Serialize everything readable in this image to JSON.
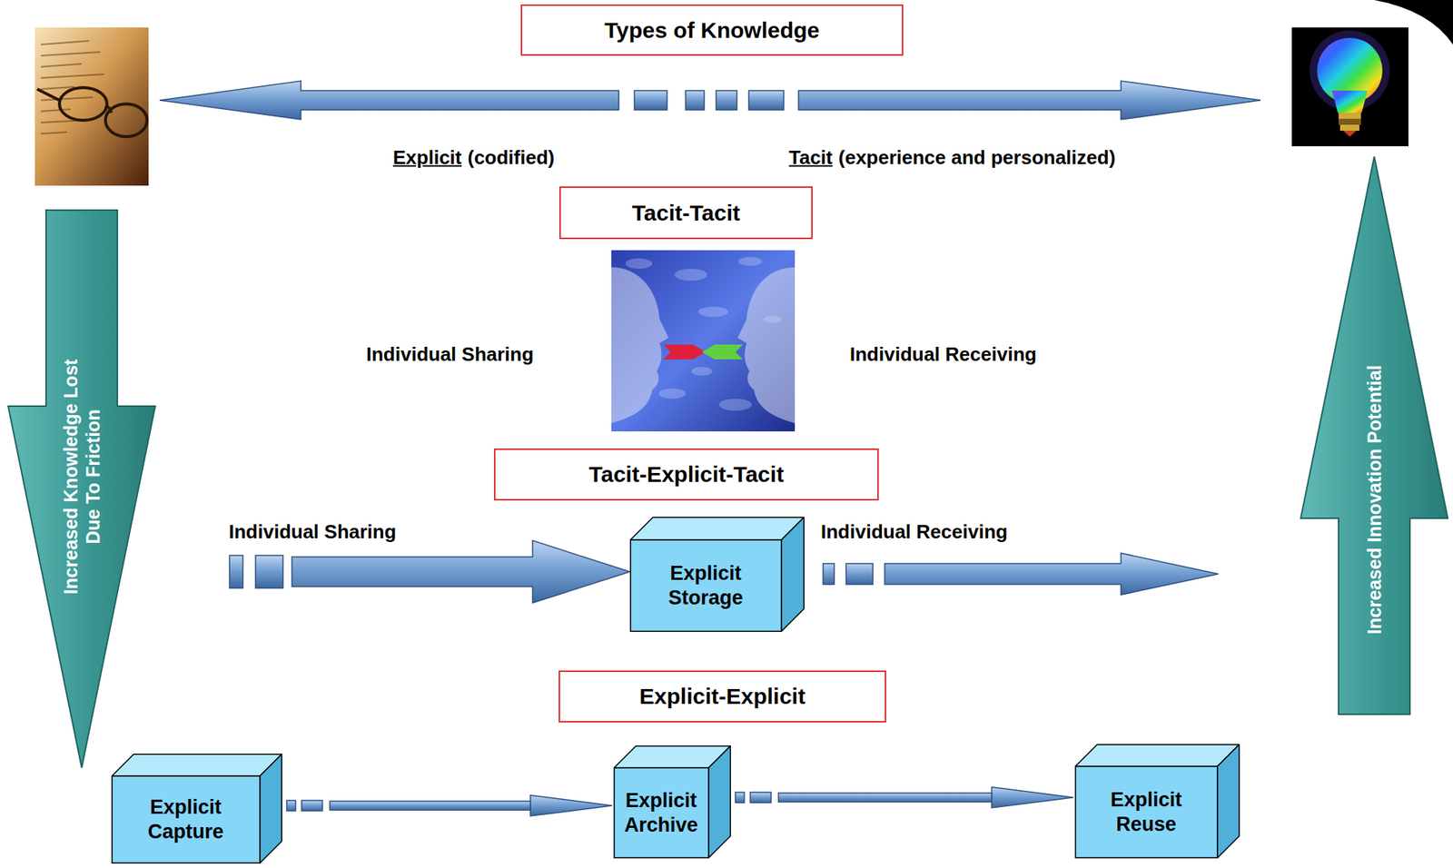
{
  "diagram": {
    "title": "Types of Knowledge",
    "nodes": [
      {
        "text": [
          "Tacit-Tacit"
        ]
      },
      {
        "text": [
          "Tacit-Explicit-Tacit"
        ]
      },
      {
        "text": [
          "Explicit Storage"
        ]
      },
      {
        "text": [
          "Explicit-Explicit"
        ]
      },
      {
        "text": [
          "Explicit Capture"
        ]
      },
      {
        "text": [
          "Explicit Archive"
        ]
      },
      {
        "text": [
          "Explicit Reuse"
        ]
      },
      {
        "text": [
          "Increased Knowledge Lost Due To Friction"
        ]
      },
      {
        "text": [
          "Increased Innovation Potential"
        ]
      }
    ],
    "edges": [
      {
        "from": 4,
        "to": 5,
        "arrow": "to"
      },
      {
        "from": 5,
        "to": 6,
        "arrow": "to"
      }
    ],
    "labels": [
      "Explicit",
      "(codified)",
      "Tacit",
      "(experience and personalized)",
      "Individual Sharing",
      "Individual Receiving",
      "Individual Sharing",
      "Individual Receiving"
    ]
  }
}
